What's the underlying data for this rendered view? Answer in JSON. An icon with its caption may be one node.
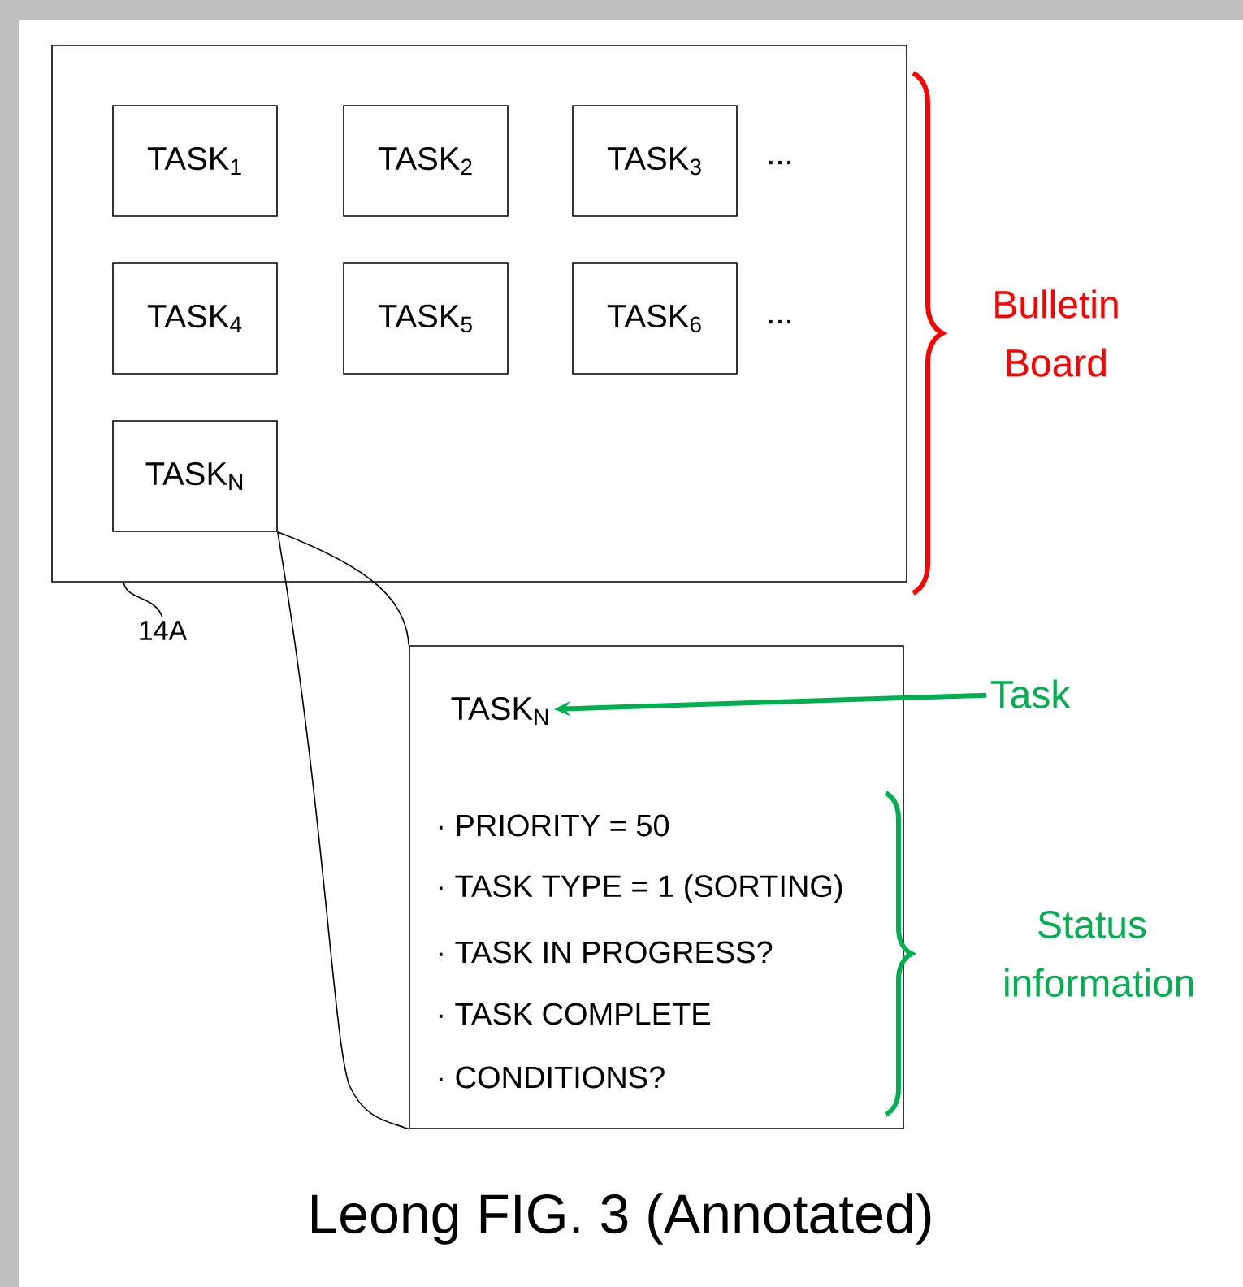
{
  "diagram": {
    "caption": "Leong FIG. 3 (Annotated)",
    "nodes": [
      {
        "text": [],
        "shape": "box"
      },
      {
        "text": [
          "TASK$_{1}$"
        ],
        "in": 0
      },
      {
        "text": [
          "TASK$_{2}$"
        ],
        "in": 0
      },
      {
        "text": [
          "TASK$_{3}$"
        ],
        "in": 0
      },
      {
        "text": [
          "TASK$_{4}$"
        ],
        "in": 0
      },
      {
        "text": [
          "TASK$_{5}$"
        ],
        "in": 0
      },
      {
        "text": [
          "TASK$_{6}$"
        ],
        "in": 0
      },
      {
        "text": [
          "TASK$_{N}$"
        ],
        "in": 0
      },
      {
        "text": [
          "· PRIORITY = 50",
          "· TASK TYPE = 1 (SORTING)",
          "· TASK IN PROGRESS?",
          "· TASK COMPLETE",
          "· CONDITIONS?"
        ]
      },
      {
        "text": [
          "TASK$_{N}$"
        ],
        "in": 8
      },
      {
        "text": [
          "Task"
        ]
      },
      {
        "text": [
          "14A"
        ]
      }
    ],
    "edges": [
      {
        "from": 7,
        "to": 8,
        "arrow": "none"
      },
      {
        "from": 7,
        "to": 8,
        "arrow": "none"
      },
      {
        "from": 10,
        "to": 9,
        "arrow": "to",
        "color": "#00b050",
        "style": "thick"
      },
      {
        "from": 11,
        "to": 0,
        "arrow": "none"
      }
    ],
    "labels": [
      "...",
      "...",
      "Bulletin Board",
      "Status information"
    ]
  }
}
